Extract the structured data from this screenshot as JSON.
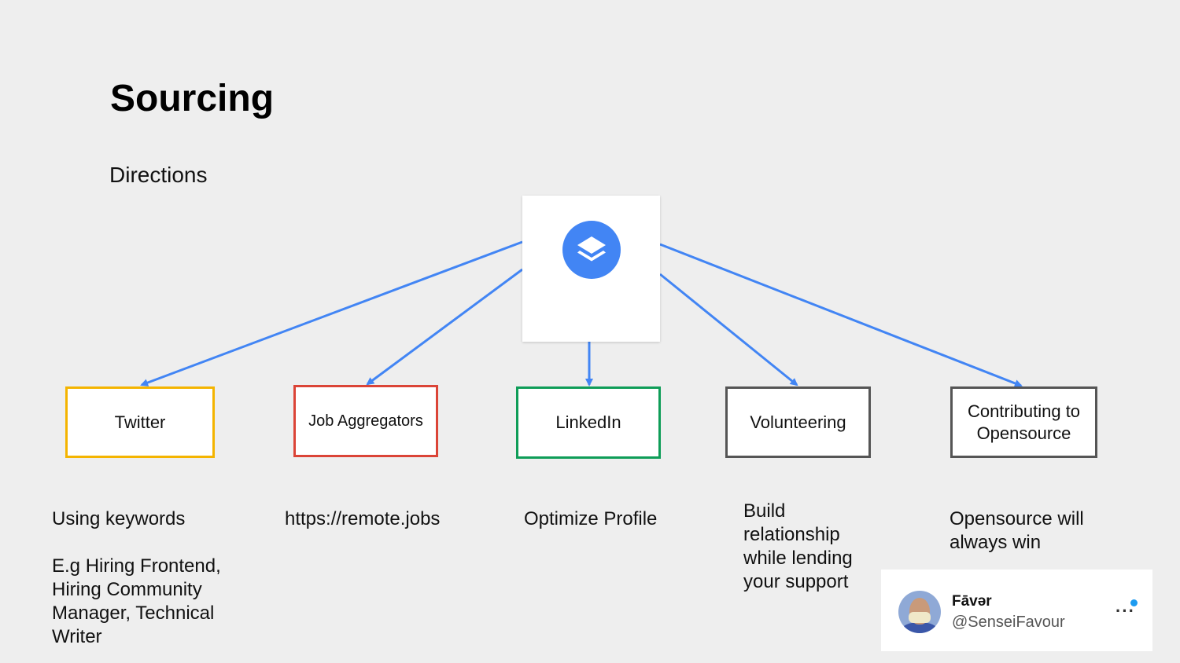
{
  "title": "Sourcing",
  "subtitle": "Directions",
  "hub": {
    "icon": "layers-icon",
    "color": "#4285f4"
  },
  "arrow_color": "#4285f4",
  "nodes": [
    {
      "label": "Twitter",
      "border": "#f4b400"
    },
    {
      "label": "Job Aggregators",
      "border": "#db4437"
    },
    {
      "label": "LinkedIn",
      "border": "#0f9d58"
    },
    {
      "label": "Volunteering",
      "border": "#555555"
    },
    {
      "label": "Contributing to\nOpensource",
      "border": "#555555"
    }
  ],
  "descriptions": [
    "Using keywords\n\nE.g Hiring Frontend, Hiring Community Manager, Technical Writer",
    "https://remote.jobs",
    "Optimize Profile",
    "Build relationship while lending your support",
    "Opensource will always win"
  ],
  "profile": {
    "name": "Fāvər",
    "handle": "@SenseiFavour"
  }
}
